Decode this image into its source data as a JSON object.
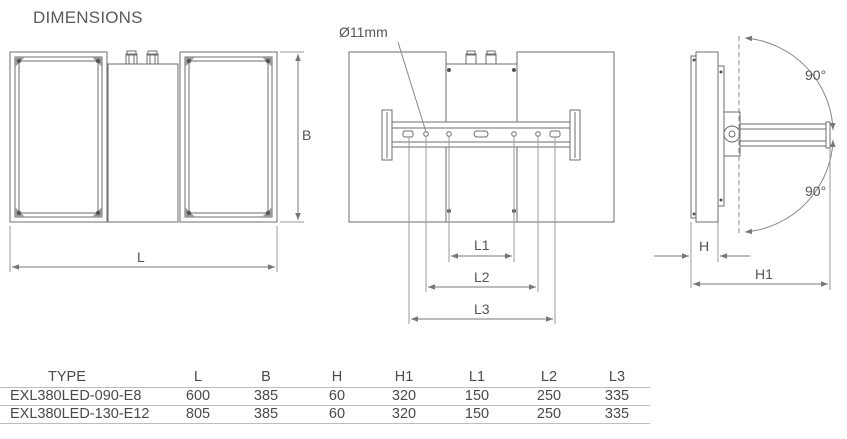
{
  "title": "DIMENSIONS",
  "labels": {
    "front_width": "L",
    "front_height": "B",
    "hole_diameter": "Ø11mm",
    "bracket_l1": "L1",
    "bracket_l2": "L2",
    "bracket_l3": "L3",
    "side_depth": "H",
    "side_h1": "H1",
    "angle_top": "90°",
    "angle_bottom": "90°"
  },
  "table": {
    "headers": [
      "TYPE",
      "L",
      "B",
      "H",
      "H1",
      "L1",
      "L2",
      "L3"
    ],
    "rows": [
      [
        "EXL380LED-090-E8",
        "600",
        "385",
        "60",
        "320",
        "150",
        "250",
        "335"
      ],
      [
        "EXL380LED-130-E12",
        "805",
        "385",
        "60",
        "320",
        "150",
        "250",
        "335"
      ]
    ]
  }
}
